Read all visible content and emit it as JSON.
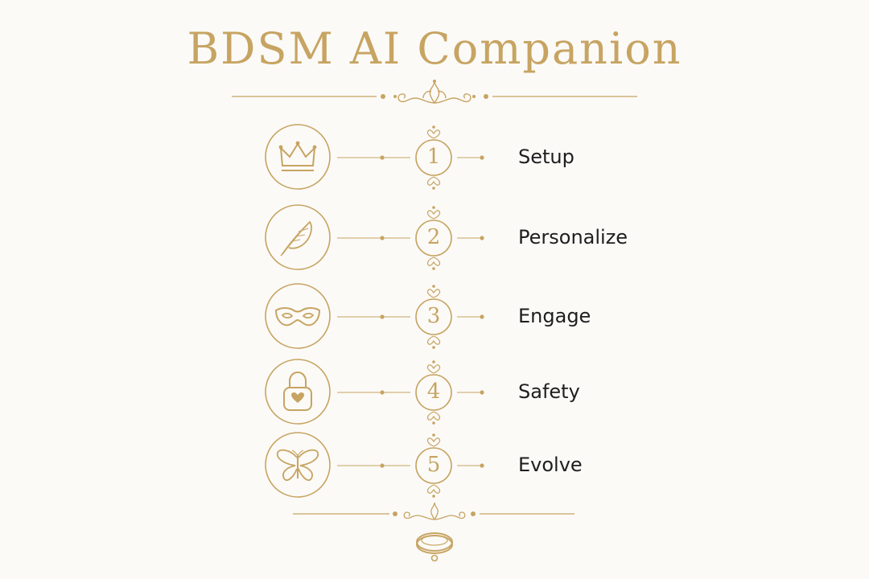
{
  "title": "BDSM AI Companion",
  "colors": {
    "gold": "#c7a462",
    "text": "#1e1e1e",
    "background": "#fbfaf7"
  },
  "steps": [
    {
      "number": "1",
      "label": "Setup",
      "icon": "crown-icon"
    },
    {
      "number": "2",
      "label": "Personalize",
      "icon": "feather-icon"
    },
    {
      "number": "3",
      "label": "Engage",
      "icon": "mask-icon"
    },
    {
      "number": "4",
      "label": "Safety",
      "icon": "heart-padlock-icon"
    },
    {
      "number": "5",
      "label": "Evolve",
      "icon": "butterfly-icon"
    }
  ],
  "footer_icon": "collar-ring-icon"
}
